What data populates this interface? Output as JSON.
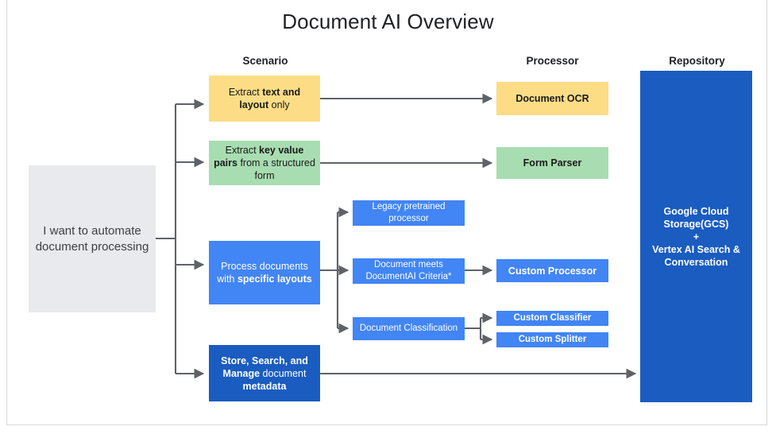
{
  "title": "Document AI Overview",
  "colors": {
    "gray": "#e8eaed",
    "yellow": "#fcdd86",
    "green": "#a8ddb1",
    "blue": "#4285f4",
    "dark_blue": "#1a5cc0",
    "connector": "#5f6368",
    "title_text": "#202124"
  },
  "columns": [
    {
      "key": "scenario",
      "label": "Scenario"
    },
    {
      "key": "processor",
      "label": "Processor"
    },
    {
      "key": "repository",
      "label": "Repository"
    }
  ],
  "entry": {
    "label": "I want to automate document processing"
  },
  "scenarios": [
    {
      "key": "text-and-layout",
      "color": "yellow",
      "segments": [
        {
          "text": "Extract ",
          "bold": false
        },
        {
          "text": "text and layout",
          "bold": true
        },
        {
          "text": " only",
          "bold": false
        }
      ]
    },
    {
      "key": "key-value-pairs",
      "color": "green",
      "segments": [
        {
          "text": "Extract ",
          "bold": false
        },
        {
          "text": "key value pairs",
          "bold": true
        },
        {
          "text": " from a structured form",
          "bold": false
        }
      ]
    },
    {
      "key": "specific-layouts",
      "color": "blue",
      "segments": [
        {
          "text": "Process documents with ",
          "bold": false
        },
        {
          "text": "specific layouts",
          "bold": true
        }
      ]
    },
    {
      "key": "store-search-manage",
      "color": "dark_blue",
      "segments": [
        {
          "text": "Store, Search, and Manage",
          "bold": true
        },
        {
          "text": " document ",
          "bold": false
        },
        {
          "text": "metadata",
          "bold": true
        }
      ]
    }
  ],
  "middle_nodes": [
    {
      "key": "legacy-pretrained-processor",
      "label": "Legacy pretrained processor",
      "color": "blue"
    },
    {
      "key": "document-meets-criteria",
      "label": "Document meets DocumentAI Criteria*",
      "color": "blue"
    },
    {
      "key": "document-classification",
      "label": "Document Classification",
      "color": "blue"
    }
  ],
  "processors": [
    {
      "key": "document-ocr",
      "label": "Document OCR",
      "color": "yellow"
    },
    {
      "key": "form-parser",
      "label": "Form Parser",
      "color": "green"
    },
    {
      "key": "custom-processor",
      "label": "Custom Processor",
      "color": "blue"
    },
    {
      "key": "custom-classifier",
      "label": "Custom Classifier",
      "color": "blue"
    },
    {
      "key": "custom-splitter",
      "label": "Custom Splitter",
      "color": "blue"
    }
  ],
  "repository": {
    "line1": "Google Cloud",
    "line2": "Storage(GCS)",
    "plus": "+",
    "line3": "Vertex AI Search &",
    "line4": "Conversation"
  }
}
